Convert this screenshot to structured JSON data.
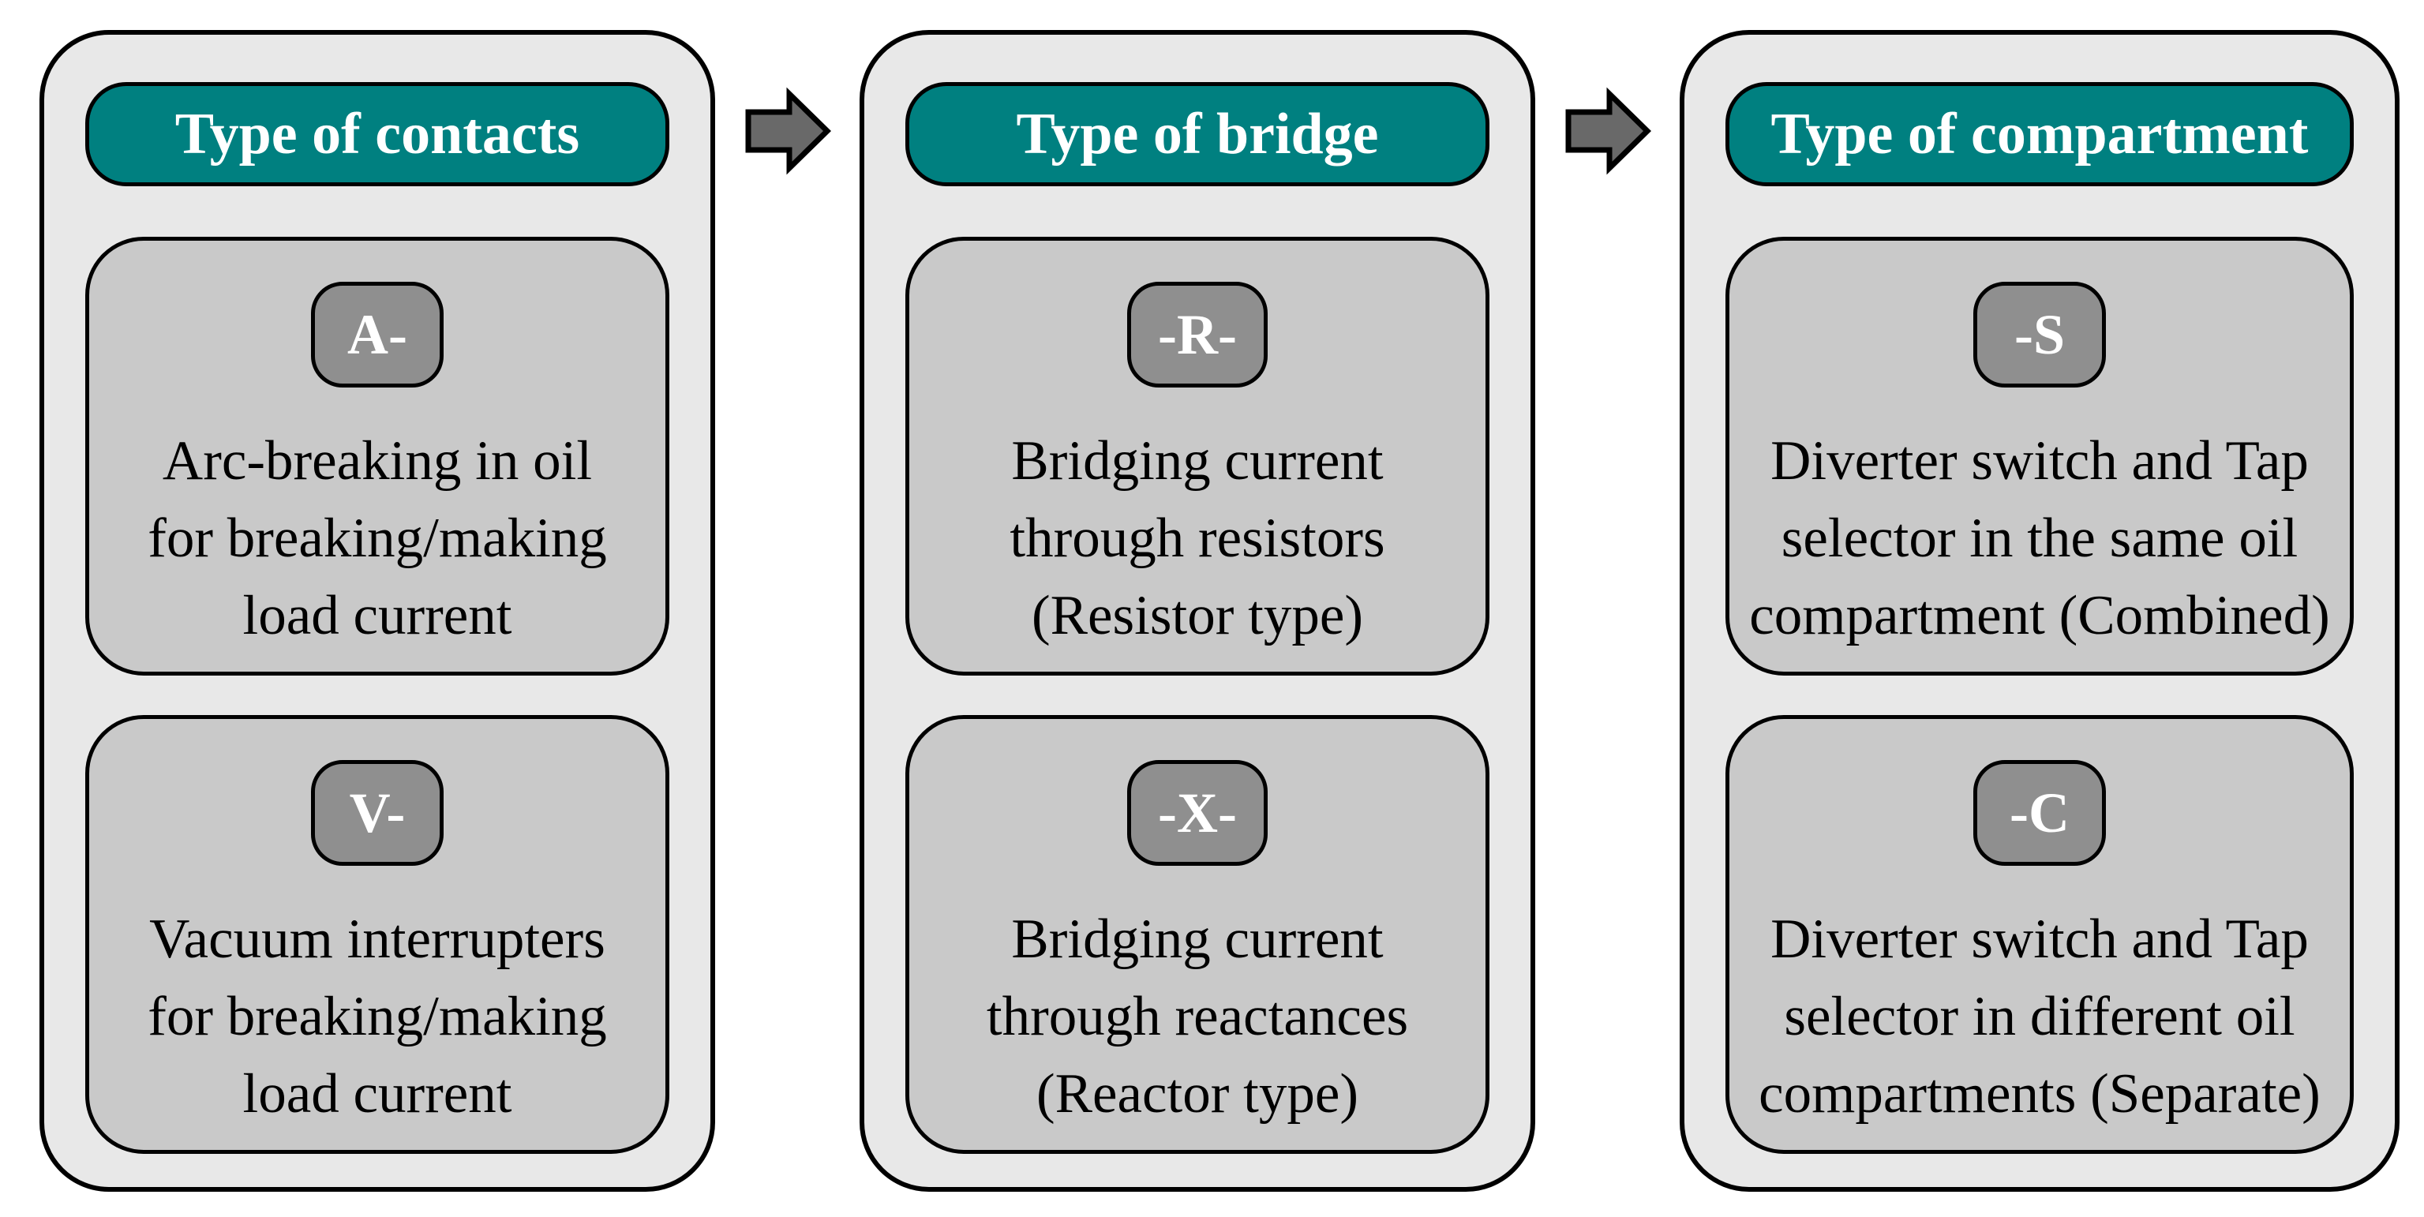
{
  "diagram": {
    "title_semantic": "On-load tap-changer type designation diagram",
    "columns": [
      {
        "header": "Type of contacts",
        "cards": [
          {
            "code": "A-",
            "description": "Arc-breaking in oil\nfor breaking/making\nload current"
          },
          {
            "code": "V-",
            "description": "Vacuum interrupters\nfor breaking/making\nload current"
          }
        ]
      },
      {
        "header": "Type of bridge",
        "cards": [
          {
            "code": "-R-",
            "description": "Bridging current\nthrough resistors\n(Resistor type)"
          },
          {
            "code": "-X-",
            "description": "Bridging current\nthrough reactances\n(Reactor type)"
          }
        ]
      },
      {
        "header": "Type of compartment",
        "cards": [
          {
            "code": "-S",
            "description": "Diverter switch and Tap\nselector in the same oil\ncompartment (Combined)"
          },
          {
            "code": "-C",
            "description": "Diverter switch and Tap\nselector in different oil\ncompartments (Separate)"
          }
        ]
      }
    ],
    "arrows": [
      {
        "icon": "right-block-arrow"
      },
      {
        "icon": "right-block-arrow"
      }
    ],
    "colors": {
      "header_bg": "#008080",
      "column_bg": "#e8e8e8",
      "card_bg": "#c9c9c9",
      "badge_bg": "#8f8f8f",
      "arrow_fill": "#696969",
      "header_text": "#ffffff",
      "badge_text": "#ffffff",
      "card_text": "#000000"
    }
  }
}
